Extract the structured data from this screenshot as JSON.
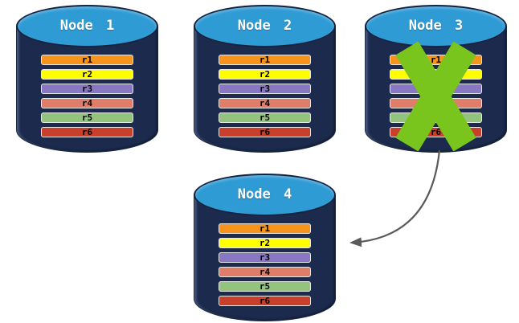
{
  "diagram": {
    "description": "Four database node cylinders each replicating rows r1-r6; Node 3 is crossed out with a green X and an arrow points from failed Node 3 to Node 4",
    "colors": {
      "background": "#FFFFFF",
      "cylinder_body": "#1C2B4D",
      "cylinder_top": "#2F9BD5",
      "cylinder_outline": "#16233F",
      "row_border": "#E8E8E8",
      "row_text": "#000000",
      "title_text": "#FFFFFF",
      "x_mark_green": "#7AC51D",
      "arrow_gray": "#5A5A5A"
    },
    "nodes": [
      {
        "title": "Node 1",
        "crossed_out": false,
        "rows": [
          {
            "label": "r1",
            "color": "#F7941D"
          },
          {
            "label": "r2",
            "color": "#FFFF00"
          },
          {
            "label": "r3",
            "color": "#8878C3"
          },
          {
            "label": "r4",
            "color": "#DE7E6A"
          },
          {
            "label": "r5",
            "color": "#93C47E"
          },
          {
            "label": "r6",
            "color": "#C8402B"
          }
        ]
      },
      {
        "title": "Node 2",
        "crossed_out": false,
        "rows": [
          {
            "label": "r1",
            "color": "#F7941D"
          },
          {
            "label": "r2",
            "color": "#FFFF00"
          },
          {
            "label": "r3",
            "color": "#8878C3"
          },
          {
            "label": "r4",
            "color": "#DE7E6A"
          },
          {
            "label": "r5",
            "color": "#93C47E"
          },
          {
            "label": "r6",
            "color": "#C8402B"
          }
        ]
      },
      {
        "title": "Node 3",
        "crossed_out": true,
        "rows": [
          {
            "label": "r1",
            "color": "#F7941D"
          },
          {
            "label": "r2",
            "color": "#FFFF00"
          },
          {
            "label": "r3",
            "color": "#8878C3"
          },
          {
            "label": "r4",
            "color": "#DE7E6A"
          },
          {
            "label": "r5",
            "color": "#93C47E"
          },
          {
            "label": "r6",
            "color": "#C8402B"
          }
        ]
      },
      {
        "title": "Node 4",
        "crossed_out": false,
        "rows": [
          {
            "label": "r1",
            "color": "#F7941D"
          },
          {
            "label": "r2",
            "color": "#FFFF00"
          },
          {
            "label": "r3",
            "color": "#8878C3"
          },
          {
            "label": "r4",
            "color": "#DE7E6A"
          },
          {
            "label": "r5",
            "color": "#93C47E"
          },
          {
            "label": "r6",
            "color": "#C8402B"
          }
        ]
      }
    ],
    "arrow": {
      "from": "Node 3",
      "to": "Node 4"
    }
  }
}
